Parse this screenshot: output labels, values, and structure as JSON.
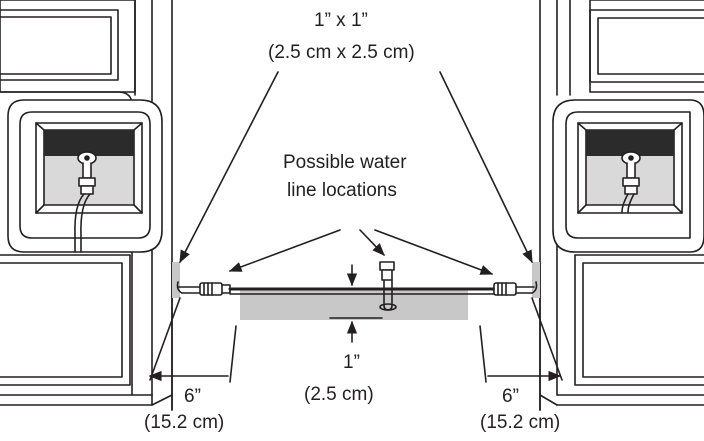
{
  "labels": {
    "opening_size": "1” x 1”",
    "opening_size_metric": "(2.5 cm x 2.5 cm)",
    "water_line_line1": "Possible water",
    "water_line_line2": "line locations",
    "center_offset": "1”",
    "center_offset_metric": "(2.5 cm)",
    "left_offset": "6”",
    "left_offset_metric": "(15.2 cm)",
    "right_offset": "6”",
    "right_offset_metric": "(15.2 cm)"
  },
  "colors": {
    "stroke": "#231f20",
    "floor_area": "#c8c8c8",
    "box_interior": "#d9d9d9",
    "box_dark": "#2b2b2b"
  }
}
